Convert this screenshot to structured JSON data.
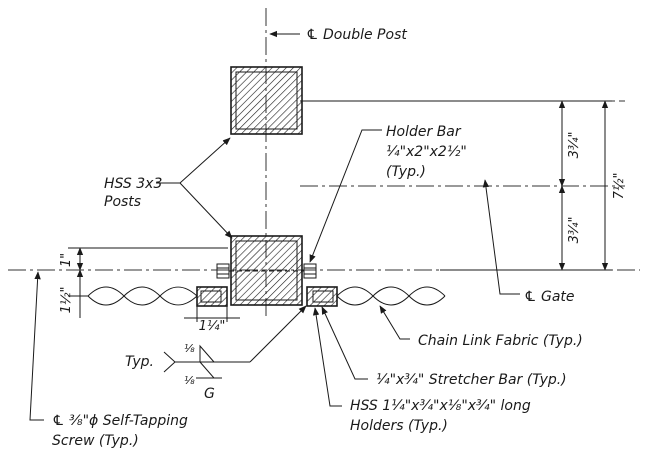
{
  "labels": {
    "double_post_cl": "℄ Double Post",
    "holder_bar_line1": "Holder Bar",
    "holder_bar_line2": "¼\"x2\"x2½\"",
    "holder_bar_line3": "(Typ.)",
    "posts_line1": "HSS 3x3",
    "posts_line2": "Posts",
    "gate_cl": "℄ Gate",
    "chain_link": "Chain Link Fabric (Typ.)",
    "stretcher_bar": "¼\"x¾\" Stretcher Bar (Typ.)",
    "holders_line1": "HSS 1¼\"x¾\"x⅛\"x¾\" long",
    "holders_line2": "Holders (Typ.)",
    "screw_line1": "℄ ⅜\"ϕ Self-Tapping",
    "screw_line2": "Screw (Typ.)",
    "weld_typ": "Typ.",
    "weld_size_top": "⅛",
    "weld_size_bottom": "⅛",
    "weld_g": "G"
  },
  "dimensions": {
    "upper_post_spacing": "3¾\"",
    "lower_post_spacing": "3¾\"",
    "overall": "7½\"",
    "offset_1": "1\"",
    "offset_1_half": "1½\"",
    "holder_width": "1¼\""
  }
}
